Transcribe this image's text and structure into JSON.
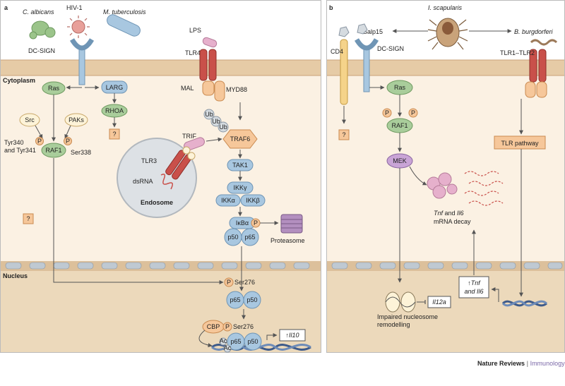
{
  "panel_a": {
    "letter": "a",
    "pathogens": {
      "c_albicans": "C. albicans",
      "hiv": "HIV-1",
      "mtb": "M. tuberculosis"
    },
    "receptor": "DC-SIGN",
    "compartments": {
      "cytoplasm": "Cytoplasm",
      "nucleus": "Nucleus",
      "endosome": "Endosome"
    },
    "nodes": {
      "ras": "Ras",
      "larg": "LARG",
      "rhoa": "RHOA",
      "src": "Src",
      "paks": "PAKs",
      "raf1": "RAF1",
      "tyr": "Tyr340",
      "tyr2": "and Tyr341",
      "ser338": "Ser338",
      "unknown": "?",
      "p": "P",
      "lps": "LPS",
      "tlr4": "TLR4",
      "mal": "MAL",
      "myd88": "MYD88",
      "ub": "Ub",
      "trif": "TRIF",
      "traf6": "TRAF6",
      "tlr3": "TLR3",
      "dsrna": "dsRNA",
      "tak1": "TAK1",
      "ikkg": "IKKγ",
      "ikka": "IKKα",
      "ikkb": "IKKβ",
      "ikba": "IκBα",
      "p50": "p50",
      "p65": "p65",
      "proteasome": "Proteasome",
      "ser276": "Ser276",
      "cbp": "CBP",
      "ac": "Ac",
      "il10": "↑Il10"
    }
  },
  "panel_b": {
    "letter": "b",
    "tick": "I. scapularis",
    "salp15": "Salp15",
    "bacterium": "B. burgdorferi",
    "cd4": "CD4",
    "dcsign": "DC-SIGN",
    "tlr12": "TLR1–TLR2",
    "ras": "Ras",
    "raf1": "RAF1",
    "mek": "MEK",
    "p": "P",
    "unknown": "?",
    "tlr_pathway": "TLR pathway",
    "decay_a": "Tnf",
    "decay_b": " and ",
    "decay_c": "Il6",
    "decay_d": "mRNA decay",
    "up_a": "↑Tnf",
    "up_b": "and Il6",
    "il12a": "Il12a",
    "impaired_1": "Impaired nucleosome",
    "impaired_2": "remodelling"
  },
  "footer": {
    "journal": "Nature Reviews",
    "sep": " | ",
    "section": "Immunology"
  },
  "colors": {
    "membrane": "#e3c9a8",
    "cytoplasm": "#fbf1e3",
    "nucleus": "#e8d3b3",
    "green": "#a9cd9b",
    "blue": "#a8c7e0",
    "receptor_red": "#c9504a",
    "orange": "#f6c79a",
    "purple_label": "#7b68a8"
  }
}
